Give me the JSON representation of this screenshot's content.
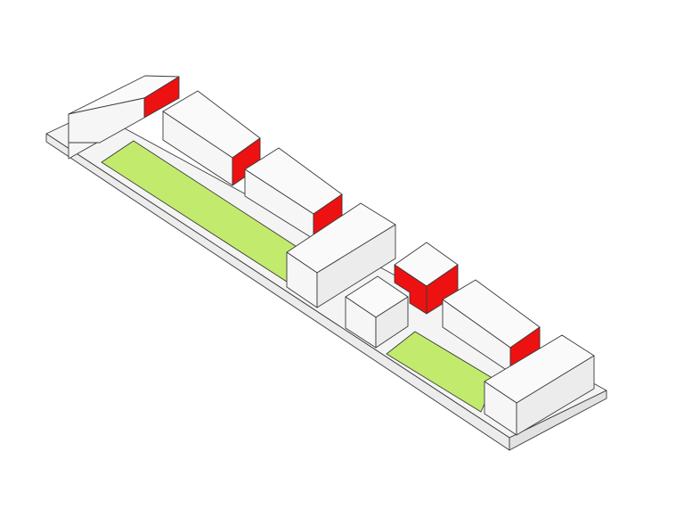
{
  "diagram": {
    "type": "isometric-massing-model",
    "colors": {
      "background": "#ffffff",
      "base_top": "#f4f4f4",
      "base_side": "#e2e2e2",
      "base_front": "#ececec",
      "building_top": "#fafafa",
      "building_side": "#ececec",
      "building_front": "#f6f6f6",
      "highlight": "#ee1111",
      "green_space": "#c2eb6e",
      "outline": "#3a3a3a"
    },
    "elements": [
      {
        "kind": "base-slab",
        "name": "site-base"
      },
      {
        "kind": "green-area",
        "name": "green-area-large"
      },
      {
        "kind": "green-area",
        "name": "green-area-small"
      },
      {
        "kind": "building",
        "name": "building-1",
        "highlight_face": "right-end"
      },
      {
        "kind": "building",
        "name": "building-2",
        "highlight_face": "right-end"
      },
      {
        "kind": "building",
        "name": "building-3",
        "highlight_face": "right-end"
      },
      {
        "kind": "building",
        "name": "building-4",
        "highlight_face": "none"
      },
      {
        "kind": "building",
        "name": "building-5",
        "highlight_face": "none"
      },
      {
        "kind": "building",
        "name": "building-6-tower",
        "highlight_face": "both-sides"
      },
      {
        "kind": "building",
        "name": "building-7",
        "highlight_face": "right-end"
      },
      {
        "kind": "building",
        "name": "building-8",
        "highlight_face": "none"
      }
    ]
  }
}
